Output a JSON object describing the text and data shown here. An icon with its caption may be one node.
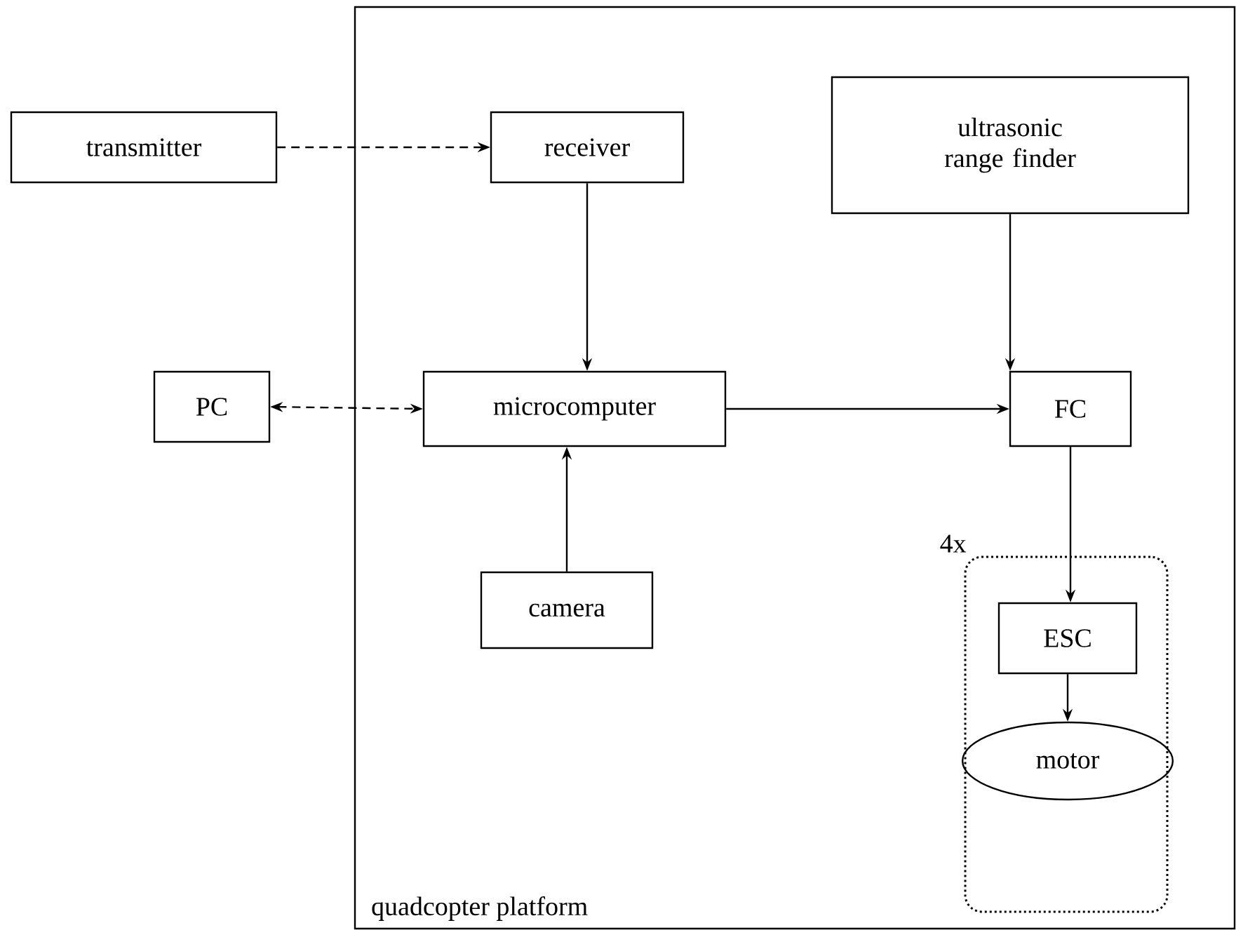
{
  "diagram": {
    "nodes": [
      {
        "text": [
          "quadcopter platform"
        ]
      },
      {
        "text": [
          "transmitter"
        ]
      },
      {
        "text": [
          "receiver"
        ],
        "in": 0
      },
      {
        "text": [
          "ultrasonic range finder"
        ],
        "in": 0
      },
      {
        "text": [
          "PC"
        ]
      },
      {
        "text": [
          "microcomputer"
        ],
        "in": 0
      },
      {
        "text": [
          "FC"
        ],
        "in": 0
      },
      {
        "text": [
          "4x"
        ],
        "in": 0
      },
      {
        "text": [
          "camera"
        ],
        "in": 0
      },
      {
        "text": [
          "ESC"
        ],
        "in": 7
      },
      {
        "text": [
          "motor"
        ],
        "in": 7
      }
    ],
    "edges": [
      {
        "from": 1,
        "to": 2,
        "arrow": "to",
        "style": "dashed"
      },
      {
        "from": 2,
        "to": 5,
        "arrow": "to"
      },
      {
        "from": 4,
        "to": 5,
        "arrow": "both",
        "style": "dashed"
      },
      {
        "from": 8,
        "to": 5,
        "arrow": "to"
      },
      {
        "from": 5,
        "to": 6,
        "arrow": "to"
      },
      {
        "from": 3,
        "to": 6,
        "arrow": "to"
      },
      {
        "from": 6,
        "to": 9,
        "arrow": "to"
      },
      {
        "from": 9,
        "to": 10,
        "arrow": "to"
      }
    ]
  }
}
